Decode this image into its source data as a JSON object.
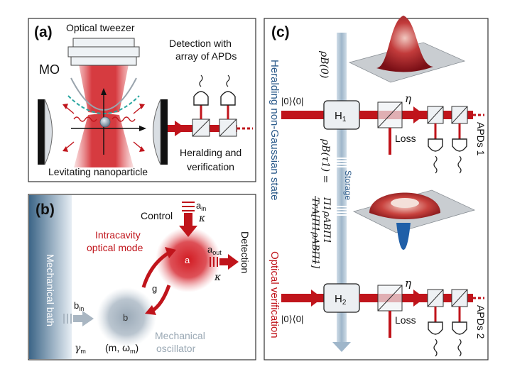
{
  "panel_a": {
    "label": "(a)",
    "optical_tweezer": "Optical tweezer",
    "mo": "MO",
    "detection_line1": "Detection with",
    "detection_line2": "array of APDs",
    "heralding_line1": "Heralding and",
    "heralding_line2": "verification",
    "levitating": "Levitating nanoparticle"
  },
  "panel_b": {
    "label": "(b)",
    "mechanical_bath": "Mechanical bath",
    "control": "Control",
    "a_in": "a",
    "a_in_sub": "in",
    "kappa_in": "κ",
    "intracavity_line1": "Intracavity",
    "intracavity_line2": "optical mode",
    "a_node": "a",
    "a_out": "a",
    "a_out_sub": "out",
    "kappa_out": "κ",
    "detection": "Detection",
    "g": "g",
    "b_in": "b",
    "b_in_sub": "in",
    "b_node": "b",
    "gamma_m": "γ",
    "gamma_m_sub": "m",
    "m_omega": "(m, ω",
    "m_omega_sub": "m",
    "m_omega_close": ")",
    "mechanical_line1": "Mechanical",
    "mechanical_line2": "oscillator"
  },
  "panel_c": {
    "label": "(c)",
    "heralding_side": "Heralding non-Gaussian state",
    "optical_verification": "Optical verification",
    "rho_b0": "ρB(0)",
    "ket_top": "|0⟩⟨0|",
    "ket_bottom": "|0⟩⟨0|",
    "h1": "H",
    "h1_sub": "1",
    "h2": "H",
    "h2_sub": "2",
    "eta_top": "η",
    "eta_bottom": "η",
    "loss_top": "Loss",
    "loss_bottom": "Loss",
    "apds1": "APDs 1",
    "apds2": "APDs 2",
    "storage": "Storage",
    "rho_tau": "ρB(τ1) =",
    "frac_num": "Π1ρABΠ1",
    "frac_den": "TrA[Π1ρABΠ1]"
  },
  "colors": {
    "laser_red": "#c0141b",
    "cyan_dashed": "#2aa6a0",
    "bath_blue": "#3f6a8e",
    "mech_gray": "#a9b6c2",
    "text_blue": "#2b5a8a"
  },
  "icons": [
    "laser-beam-icon",
    "mirror-icon",
    "apd-detector-icon",
    "beam-splitter-icon",
    "gaussian-surface-icon",
    "donut-surface-icon",
    "arrow-icon"
  ]
}
